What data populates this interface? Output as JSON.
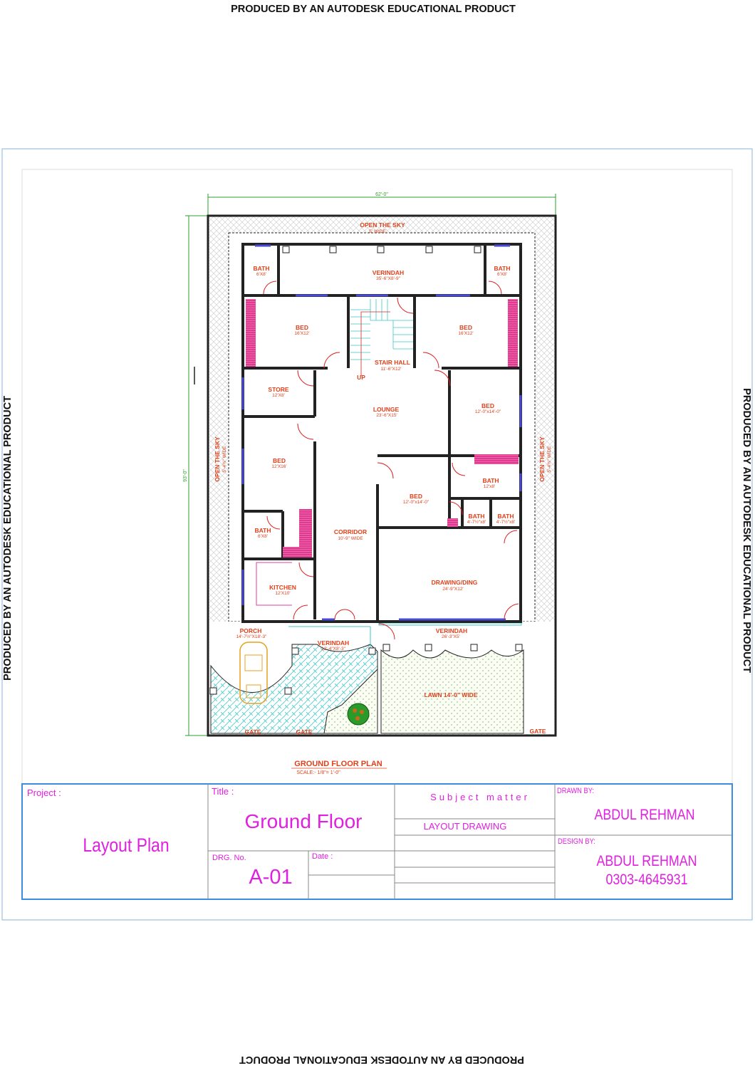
{
  "watermark": "PRODUCED BY AN AUTODESK EDUCATIONAL PRODUCT",
  "dimensions": {
    "width": "62'-0\"",
    "depth": "93'-0\""
  },
  "open_sky": {
    "top": {
      "label": "OPEN THE SKY",
      "size": "5' WIDE"
    },
    "left": {
      "label": "OPEN THE SKY",
      "size": "5'-4½\" WIDE"
    },
    "right": {
      "label": "OPEN THE SKY",
      "size": "5'-4½\" WIDE"
    }
  },
  "rooms": [
    {
      "label": "BATH",
      "size": "6'X8'"
    },
    {
      "label": "VERINDAH",
      "size": "35'-6\"X8'-9\""
    },
    {
      "label": "BATH",
      "size": "6'X8'"
    },
    {
      "label": "BED",
      "size": "16'X12'"
    },
    {
      "label": "STAIR HALL",
      "size": "11'-6\"X12'"
    },
    {
      "label": "BED",
      "size": "16'X12'"
    },
    {
      "label": "STORE",
      "size": "12'X8'"
    },
    {
      "label": "LOUNGE",
      "size": "23'-6\"X15'"
    },
    {
      "label": "BED",
      "size": "12'-0\"x14'-0\""
    },
    {
      "label": "BED",
      "size": "12'X16'"
    },
    {
      "label": "BATH",
      "size": "12'x8'"
    },
    {
      "label": "BED",
      "size": "12'-0\"x14'-0\""
    },
    {
      "label": "BATH",
      "size": "4'-7½\"x8'"
    },
    {
      "label": "BATH",
      "size": "4'-7½\"x8'"
    },
    {
      "label": "BATH",
      "size": "6'X8'"
    },
    {
      "label": "CORRIDOR",
      "size": "10'-9\" WIDE"
    },
    {
      "label": "KITCHEN",
      "size": "12'X10'"
    },
    {
      "label": "DRAWING/DING",
      "size": "24'-9\"X12'"
    },
    {
      "label": "PORCH",
      "size": "14'-7½\"X18'-3\""
    },
    {
      "label": "VERINDAH",
      "size": "12'-4\"X8'-3\""
    },
    {
      "label": "VERINDAH",
      "size": "26'-3\"X5'"
    }
  ],
  "stair_label": "UP",
  "lawn_label": "LAWN 14'-0\" WIDE",
  "gates": [
    "GATE",
    "GATE",
    "GATE"
  ],
  "plan_title": "GROUND FLOOR PLAN",
  "plan_scale": "SCALE:- 1/8\"= 1'-0\"",
  "title_block": {
    "project_label": "Project :",
    "project_value": "Layout Plan",
    "title_label": "Title :",
    "title_value": "Ground Floor",
    "drg_label": "DRG. No.",
    "drg_value": "A-01",
    "date_label": "Date :",
    "subject_label": "Subject matter",
    "subject_value": "LAYOUT DRAWING",
    "drawn_by_label": "DRAWN BY:",
    "drawn_by_value": "ABDUL REHMAN",
    "design_by_label": "DESIGN BY:",
    "design_by_value": "ABDUL REHMAN",
    "design_by_phone": "0303-4645931"
  },
  "colors": {
    "wall": "#222222",
    "room_text": "#e0401a",
    "title_text": "#e020e0",
    "frame": "#3a8ee0",
    "dimension": "#2ca02c",
    "wardrobe": "#e0398f",
    "window": "#4a4ad8"
  }
}
